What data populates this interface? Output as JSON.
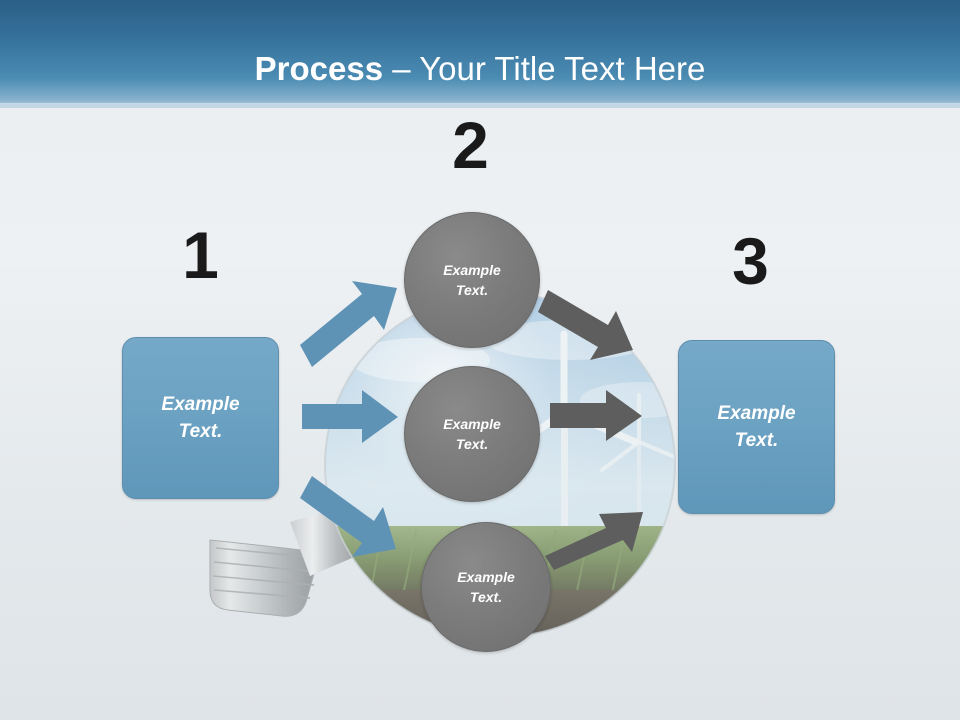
{
  "slide": {
    "title_bold": "Process",
    "title_separator": " – ",
    "title_light": "Your Title Text Here",
    "background_image": "lightbulb-with-wind-turbine-and-grass"
  },
  "colors": {
    "header_top": "#2b5f86",
    "header_bottom": "#c5d7e4",
    "blue_box": "#6ba1c2",
    "gray_circle": "#7c7c7c",
    "blue_arrow": "#5f93b6",
    "gray_arrow": "#5e5e5e",
    "number_text": "#1a1a1a",
    "slide_background": "#e9edf0"
  },
  "steps": [
    {
      "number": "1",
      "label": "Example\nText."
    },
    {
      "number": "2",
      "label": "Example\nText."
    },
    {
      "number": "3",
      "label": "Example\nText."
    }
  ],
  "circles": [
    {
      "label": "Example\nText."
    },
    {
      "label": "Example\nText."
    },
    {
      "label": "Example\nText."
    }
  ],
  "arrows": {
    "blue_up": "arrow-right-up-blue",
    "blue_middle": "arrow-right-blue",
    "blue_down": "arrow-right-down-blue",
    "gray_down": "arrow-right-down-gray",
    "gray_middle": "arrow-right-gray",
    "gray_up": "arrow-right-up-gray"
  }
}
